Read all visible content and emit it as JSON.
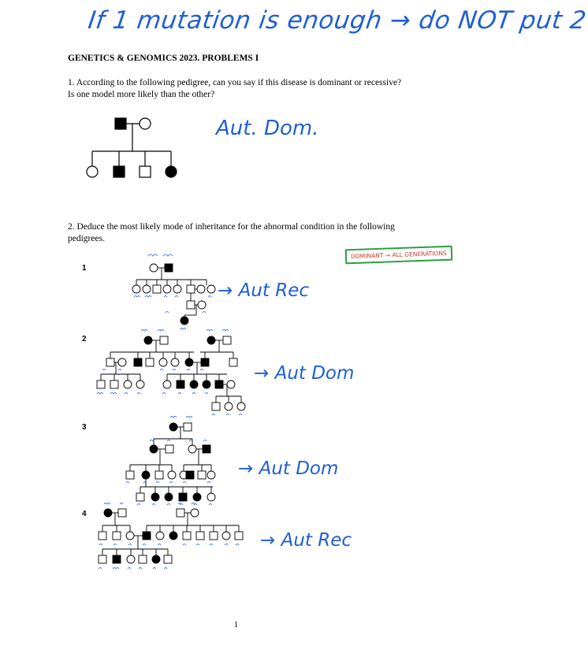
{
  "handwritten_note": "If 1 mutation is enough → do NOT put 2",
  "heading": "GENETICS & GENOMICS 2023. PROBLEMS I",
  "q1": {
    "text": "1. According to the following pedigree, can you say if this disease is dominant or recessive? Is one model more likely than the other?",
    "answer": "Aut. Dom."
  },
  "q2": {
    "text": "2. Deduce the most likely mode of inheritance for the abnormal condition in the following pedigrees.",
    "boxed_note": "DOMINANT → ALL GENERATIONS",
    "pedigrees": [
      {
        "number": "1",
        "answer": "→ Aut Rec"
      },
      {
        "number": "2",
        "answer": "→ Aut Dom"
      },
      {
        "number": "3",
        "answer": "→ Aut Dom"
      },
      {
        "number": "4",
        "answer": "→ Aut Rec"
      }
    ]
  },
  "page_number": "1",
  "colors": {
    "ink": "#000000",
    "pen_blue": "#1f5fd6",
    "box_green": "#2ea043",
    "box_red": "#c0392b"
  }
}
